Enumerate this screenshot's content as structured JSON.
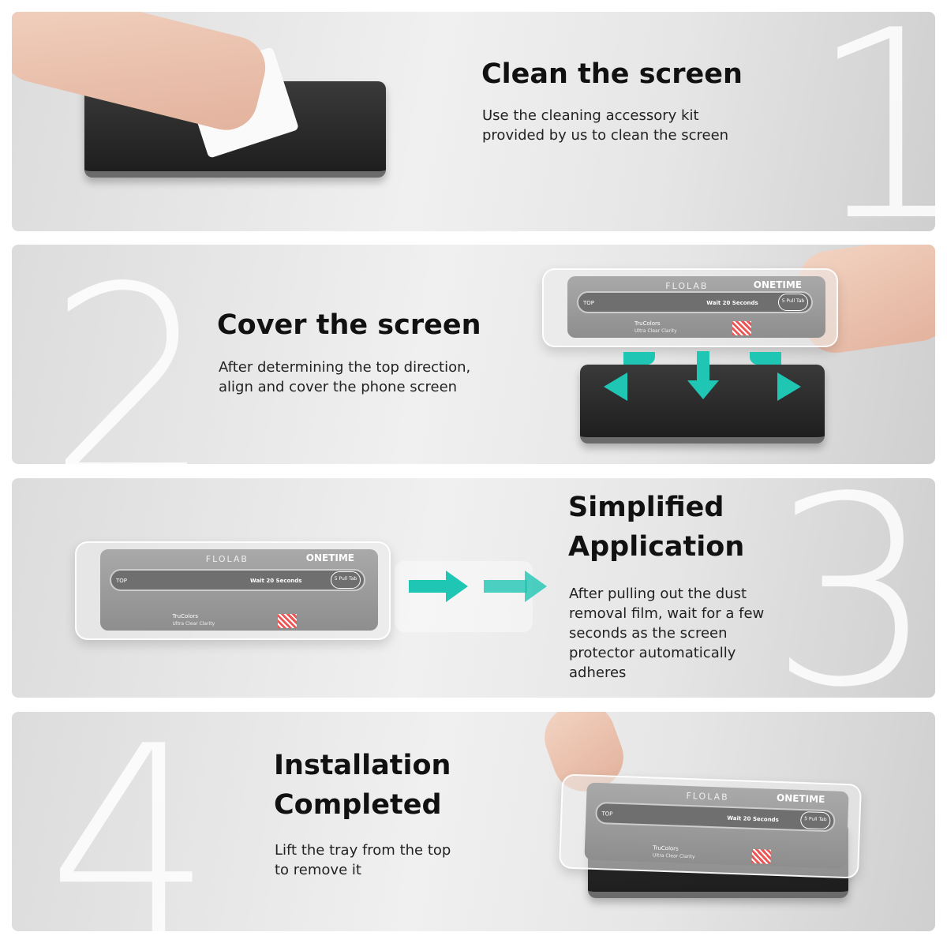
{
  "steps": [
    {
      "number": "1",
      "title": "Clean the screen",
      "description_lines": [
        "Use the cleaning accessory kit",
        "provided by us to clean the screen"
      ]
    },
    {
      "number": "2",
      "title": "Cover the screen",
      "description_lines": [
        "After determining the top direction,",
        "align and cover the phone screen"
      ]
    },
    {
      "number": "3",
      "title_lines": [
        "Simplified",
        "Application"
      ],
      "description_lines": [
        "After pulling out the dust",
        "removal film, wait for a few",
        "seconds as the screen",
        "protector automatically",
        "adheres"
      ]
    },
    {
      "number": "4",
      "title_lines": [
        "Installation",
        "Completed"
      ],
      "description_lines": [
        "Lift the tray from the top",
        "to remove it"
      ]
    }
  ],
  "tray": {
    "brand": "FLOLAB",
    "product": "ONETIME",
    "top": "TOP",
    "wait": "Wait 20 Seconds",
    "pull": "5 Pull Tab",
    "feature": "TruColors",
    "feature_sub": "Ultra Clear Clarity"
  },
  "colors": {
    "arrow": "#1fc6b4",
    "panel": "#e4e4e4"
  }
}
